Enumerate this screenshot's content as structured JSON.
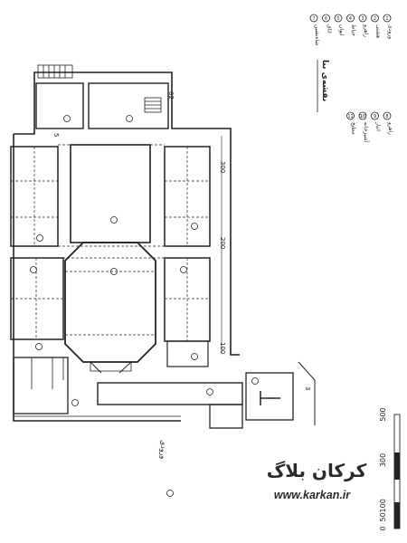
{
  "title": "نقشه‌ی بنا",
  "plan_labels": {
    "entrance": "ورودی",
    "dimension_top": "300",
    "dimension_mid": "200",
    "dimension_bottom": "100",
    "wall_number": "3",
    "room_ref_a": "5",
    "room_ref_b": "62"
  },
  "legend": [
    {
      "num": "1",
      "text": "ورودی"
    },
    {
      "num": "2",
      "text": "هشتی"
    },
    {
      "num": "3",
      "text": "راهرو"
    },
    {
      "num": "4",
      "text": "حیاط"
    },
    {
      "num": "5",
      "text": "ایوان"
    },
    {
      "num": "6",
      "text": "اتاق"
    },
    {
      "num": "7",
      "text": "شاه‌نشین"
    },
    {
      "num": "8",
      "text": "راهرو"
    },
    {
      "num": "9",
      "text": "انبار"
    },
    {
      "num": "10",
      "text": "آشپزخانه"
    },
    {
      "num": "11",
      "text": "مطبخ"
    }
  ],
  "scale": {
    "ticks": [
      "0",
      "50",
      "100",
      "300",
      "500"
    ]
  },
  "watermark": {
    "brand": "کرکان بلاگ",
    "url": "www.karkan.ir"
  },
  "colors": {
    "ink": "#222222",
    "paper": "#ffffff",
    "watermark": "#2a2a2a"
  }
}
